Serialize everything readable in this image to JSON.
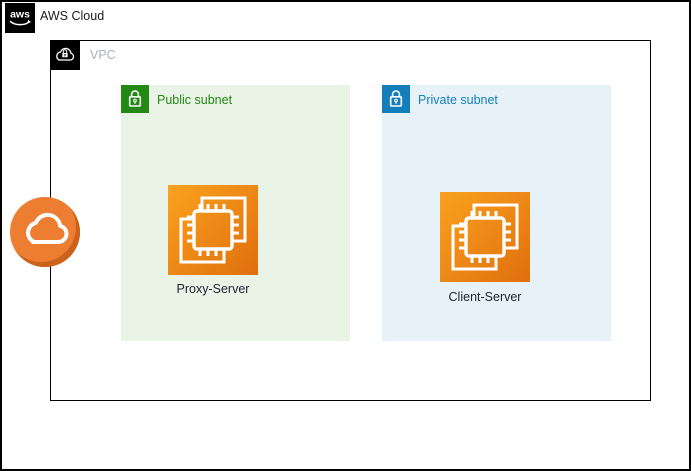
{
  "diagram": {
    "aws_cloud": {
      "label": "AWS Cloud",
      "logo_text": "aws"
    },
    "vpc": {
      "label": "VPC"
    },
    "public_subnet": {
      "label": "Public subnet",
      "accent_color": "#248814",
      "fill_color": "#E9F3E6"
    },
    "private_subnet": {
      "label": "Private subnet",
      "accent_color": "#147EBA",
      "fill_color": "#E6F2F8"
    },
    "proxy_server": {
      "label": "Proxy-Server"
    },
    "client_server": {
      "label": "Client-Server"
    },
    "internet": {
      "color": "#ED7D31"
    },
    "icons": {
      "aws_logo": "aws-logo-icon",
      "vpc": "cloud-lock-icon",
      "public_subnet": "padlock-icon",
      "private_subnet": "padlock-icon",
      "ec2": "ec2-chip-icon",
      "internet": "cloud-icon"
    },
    "colors": {
      "border": "#000000",
      "ec2_gradient_start": "#F9A21F",
      "ec2_gradient_end": "#E06F0D",
      "vpc_label_gray": "#A9B2B6"
    }
  }
}
